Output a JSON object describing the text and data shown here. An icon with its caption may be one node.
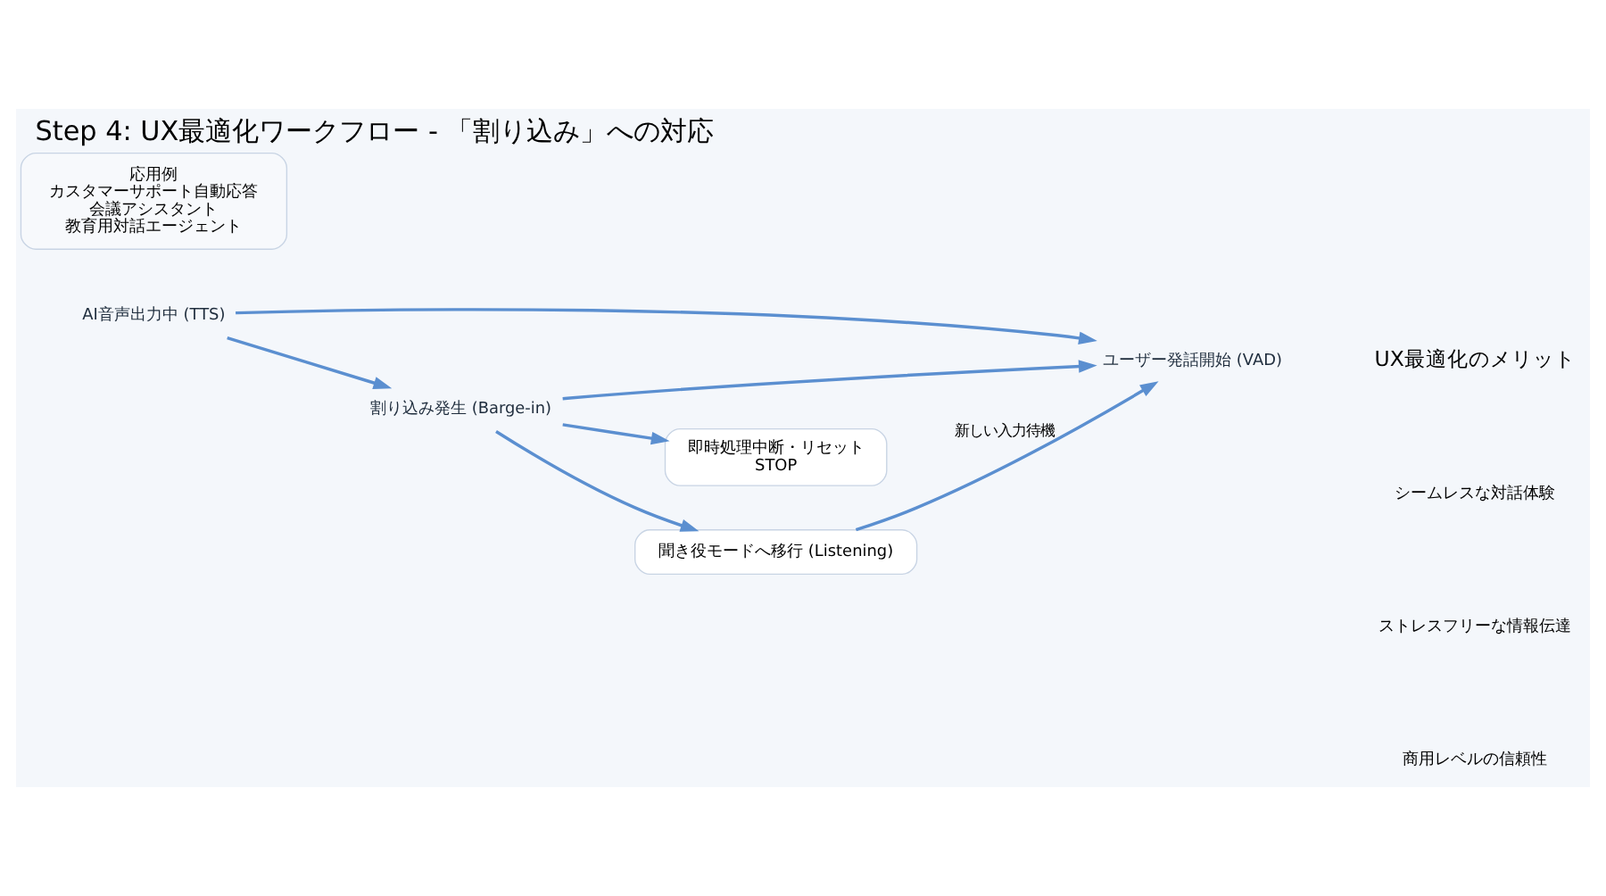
{
  "diagram": {
    "title": "Step 4: UX最適化ワークフロー - 「割り込み」への対応",
    "nodes": [
      {
        "text": [
          "AI音声出力中 (TTS)"
        ]
      },
      {
        "text": [
          "ユーザー発話開始 (VAD)"
        ]
      },
      {
        "text": [
          "割り込み発生 (Barge-in)"
        ]
      },
      {
        "text": [
          "即時処理中断・リセット",
          "STOP"
        ]
      },
      {
        "text": [
          "聞き役モードへ移行 (Listening)"
        ]
      },
      {
        "text": [
          "応用例",
          "カスタマーサポート自動応答",
          "会議アシスタント",
          "教育用対話エージェント"
        ]
      }
    ],
    "edges": [
      {
        "from": 0,
        "to": 1,
        "arrow": "to"
      },
      {
        "from": 0,
        "to": 2,
        "arrow": "to"
      },
      {
        "from": 2,
        "to": 1,
        "arrow": "to"
      },
      {
        "from": 2,
        "to": 3,
        "arrow": "to"
      },
      {
        "from": 2,
        "to": 4,
        "arrow": "to"
      },
      {
        "from": 4,
        "to": 1,
        "label": "新しい入力待機",
        "arrow": "to"
      }
    ],
    "labels": [
      "UX最適化のメリット",
      "シームレスな対話体験",
      "ストレスフリーな情報伝達",
      "商用レベルの信頼性"
    ]
  }
}
